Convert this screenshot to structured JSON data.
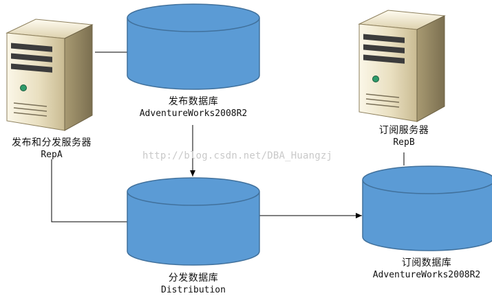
{
  "diagram": {
    "nodes": {
      "server_a": {
        "label": "发布和分发服务器",
        "name": "RepA",
        "icon": "server-tower-icon"
      },
      "server_b": {
        "label": "订阅服务器",
        "name": "RepB",
        "icon": "server-tower-icon"
      },
      "publisher_db": {
        "label": "发布数据库",
        "name": "AdventureWorks2008R2",
        "icon": "database-cylinder-icon"
      },
      "distribution_db": {
        "label": "分发数据库",
        "name": "Distribution",
        "icon": "database-cylinder-icon"
      },
      "subscriber_db": {
        "label": "订阅数据库",
        "name": "AdventureWorks2008R2",
        "icon": "database-cylinder-icon"
      }
    },
    "edges": [
      {
        "from": "server_a",
        "to": "publisher_db",
        "arrow": false
      },
      {
        "from": "server_a",
        "to": "distribution_db",
        "arrow": false
      },
      {
        "from": "publisher_db",
        "to": "distribution_db",
        "arrow": true
      },
      {
        "from": "distribution_db",
        "to": "subscriber_db",
        "arrow": true
      },
      {
        "from": "server_b",
        "to": "subscriber_db",
        "arrow": false
      }
    ],
    "watermark": "http://blog.csdn.net/DBA_Huangzj",
    "colors": {
      "db_fill": "#5b9bd5",
      "db_stroke": "#41719c",
      "line": "#000000"
    }
  }
}
